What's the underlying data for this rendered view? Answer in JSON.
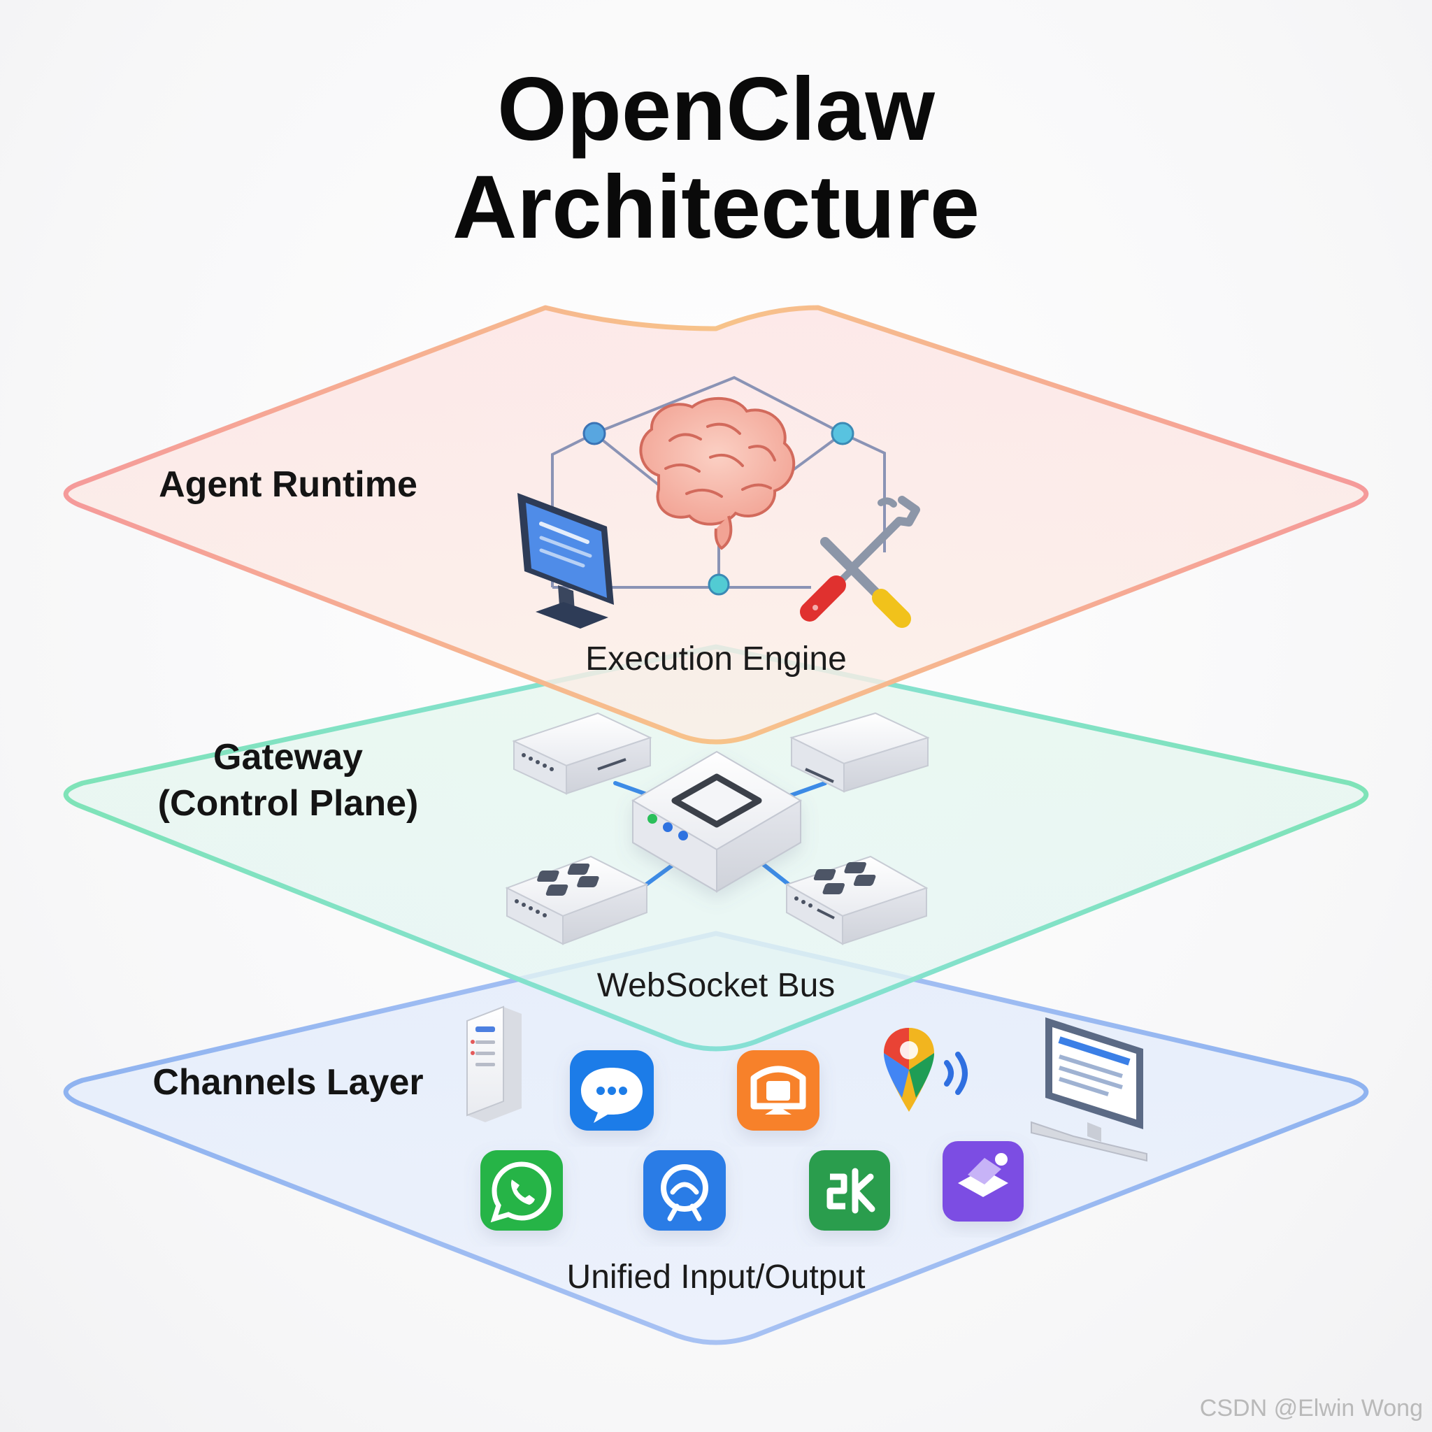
{
  "title": {
    "line1": "OpenClaw",
    "line2": "Architecture"
  },
  "layers": {
    "agent_runtime": {
      "name": "Agent Runtime",
      "caption": "Execution Engine",
      "color": "#f59a9a"
    },
    "gateway": {
      "name_line1": "Gateway",
      "name_line2": "(Control Plane)",
      "caption": "WebSocket Bus",
      "color": "#7fe3b8"
    },
    "channels": {
      "name": "Channels Layer",
      "caption": "Unified Input/Output",
      "color": "#8fb3f0"
    }
  },
  "icons": {
    "agent_runtime": [
      "monitor-icon",
      "brain-icon",
      "tools-icon",
      "network-node-icon"
    ],
    "gateway": [
      "router-hub-icon",
      "network-switch-icon"
    ],
    "channels": [
      "server-icon",
      "chat-bubble-icon",
      "orange-app-icon",
      "map-pin-signal-icon",
      "desktop-computer-icon",
      "whatsapp-icon",
      "blue-app-icon",
      "green-app-icon",
      "purple-app-icon"
    ]
  },
  "watermark": "CSDN @Elwin Wong"
}
